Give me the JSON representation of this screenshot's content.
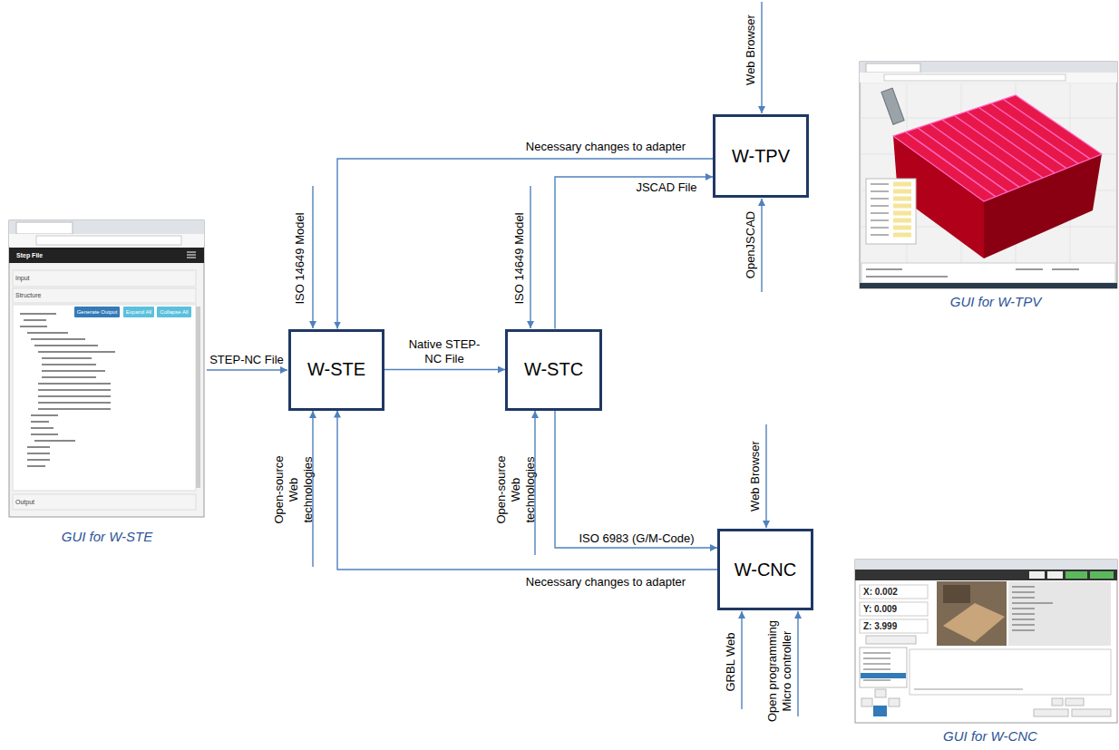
{
  "diagram": {
    "nodes": [
      {
        "text": [
          "W-STE"
        ]
      },
      {
        "text": [
          "W-STC"
        ]
      },
      {
        "text": [
          "W-TPV"
        ]
      },
      {
        "text": [
          "W-CNC"
        ]
      }
    ],
    "edges": [
      {
        "from": 0,
        "to": 1,
        "arrow": "to",
        "label": "Native STEP-NC File"
      },
      {
        "from": 1,
        "to": 2,
        "arrow": "to",
        "label": "JSCAD File"
      },
      {
        "from": 2,
        "to": 0,
        "arrow": "to",
        "label": "Necessary changes to adapter"
      },
      {
        "from": 1,
        "to": 3,
        "arrow": "to",
        "label": "ISO 6983 (G/M-Code)"
      },
      {
        "from": 3,
        "to": 0,
        "arrow": "to",
        "label": "Necessary changes to adapter"
      }
    ],
    "labels": [
      "STEP-NC File",
      "ISO 14649 Model",
      "Open-source Web technologies",
      "ISO 14649 Model",
      "Open-source Web technologies",
      "Web Browser",
      "OpenJSCAD",
      "Web Browser",
      "GRBL Web",
      "Open programming Micro controller",
      "GUI for W-STE",
      "GUI for W-TPV",
      "GUI for W-CNC",
      "Step File",
      "Input",
      "Structure",
      "Generate Output",
      "Expand All",
      "Collapse All",
      "Output",
      "X: 0.002",
      "Y: 0.009",
      "Z: 3.999"
    ]
  }
}
